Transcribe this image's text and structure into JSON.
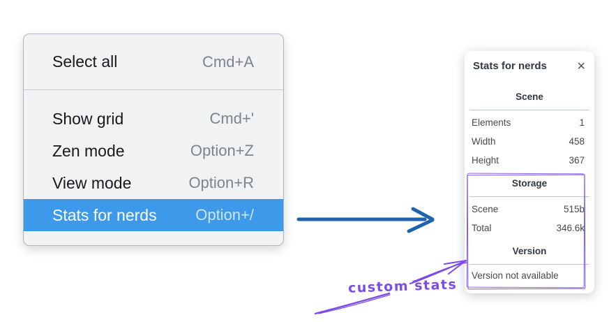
{
  "menu": {
    "items": [
      {
        "label": "Select all",
        "shortcut": "Cmd+A"
      },
      {
        "label": "Show grid",
        "shortcut": "Cmd+'"
      },
      {
        "label": "Zen mode",
        "shortcut": "Option+Z"
      },
      {
        "label": "View mode",
        "shortcut": "Option+R"
      },
      {
        "label": "Stats for nerds",
        "shortcut": "Option+/"
      }
    ],
    "selected_item": "Stats for nerds"
  },
  "stats_panel": {
    "title": "Stats for nerds",
    "close_icon": "×",
    "scene": {
      "header": "Scene",
      "rows": [
        {
          "label": "Elements",
          "value": "1"
        },
        {
          "label": "Width",
          "value": "458"
        },
        {
          "label": "Height",
          "value": "367"
        }
      ]
    },
    "storage": {
      "header": "Storage",
      "rows": [
        {
          "label": "Scene",
          "value": "515b"
        },
        {
          "label": "Total",
          "value": "346.6k"
        }
      ]
    },
    "version": {
      "header": "Version",
      "note": "Version not available"
    }
  },
  "annotation": {
    "label": "custom stats"
  },
  "colors": {
    "menu_highlight": "#3d99ea",
    "menu_background": "#f0f2f4",
    "arrow_blue": "#1e63ad",
    "annotation_purple": "#7c4de6"
  }
}
